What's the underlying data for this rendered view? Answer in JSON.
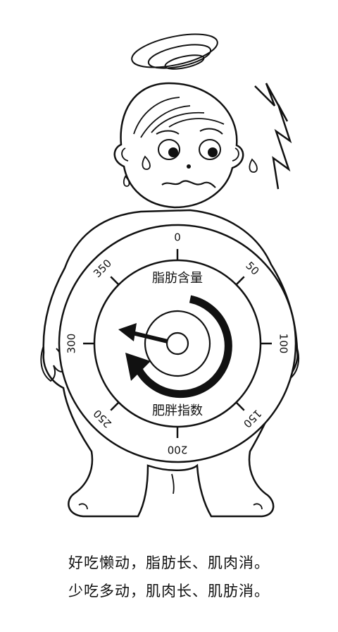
{
  "dial": {
    "top_label": "脂肪含量",
    "bottom_label": "肥胖指数",
    "ticks": [
      "0",
      "50",
      "100",
      "150",
      "200",
      "250",
      "300",
      "350"
    ]
  },
  "captions": {
    "line1": "好吃懒动，脂肪长、肌肉消。",
    "line2": "少吃多动，肌肉长、肌肪消。"
  },
  "icons": {
    "needle": "needle-arrow-icon",
    "rotate": "clockwise-rotation-arrow-icon",
    "dizzy": "dizzy-swirl-icon",
    "stress": "zigzag-stress-icon",
    "sweat": "sweat-drop-icon"
  }
}
